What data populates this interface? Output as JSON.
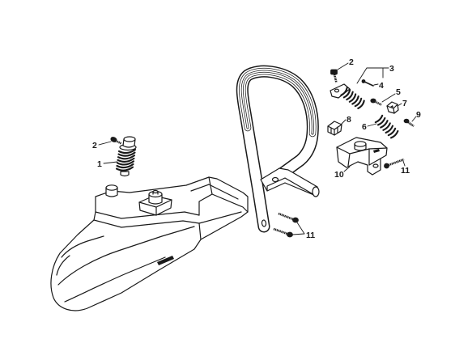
{
  "callouts": {
    "left_screw": "2",
    "left_damper": "1",
    "top_screw": "2",
    "group_3": "3",
    "item_4": "4",
    "item_5": "5",
    "item_6": "6",
    "item_7": "7",
    "item_8": "8",
    "item_9": "9",
    "item_10": "10",
    "right_screw": "11",
    "bottom_screws": "11"
  },
  "colors": {
    "line": "#1a1a1a",
    "background": "#ffffff"
  }
}
